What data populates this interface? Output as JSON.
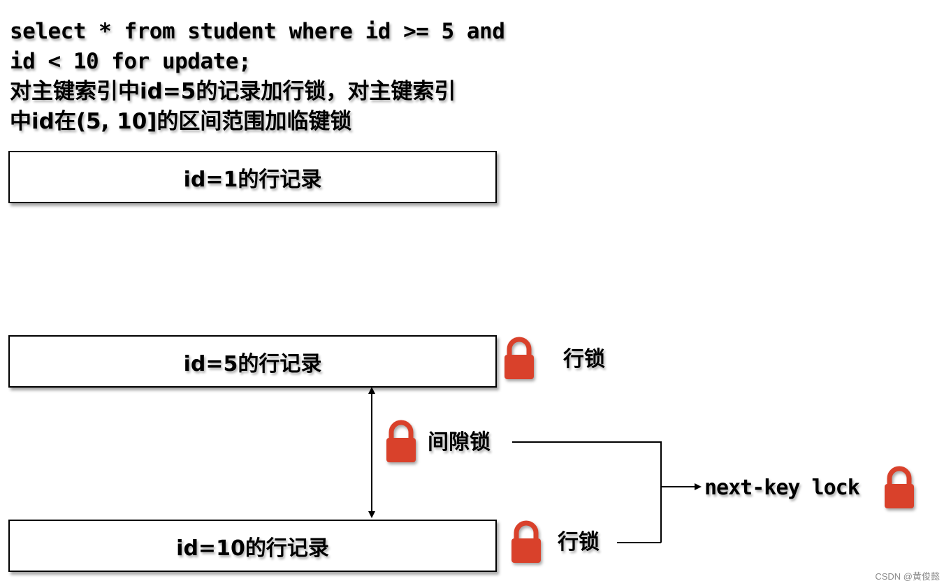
{
  "header": {
    "line1": "select * from student where id >= 5 and",
    "line2": "id < 10 for update;",
    "line3": "对主键索引中id=5的记录加行锁，对主键索引",
    "line4": "中id在(5, 10]的区间范围加临键锁"
  },
  "rows": [
    {
      "label": "id=1的行记录"
    },
    {
      "label": "id=5的行记录"
    },
    {
      "label": "id=10的行记录"
    }
  ],
  "locks": {
    "row_lock_top": "行锁",
    "gap_lock": "间隙锁",
    "row_lock_bottom": "行锁",
    "next_key_lock": "next-key lock"
  },
  "colors": {
    "lock_body": "#d9412b",
    "lock_shackle": "#d9412b",
    "line": "#000000"
  },
  "icons": {
    "lock": "lock-icon"
  },
  "watermark": "CSDN @黄俊懿"
}
